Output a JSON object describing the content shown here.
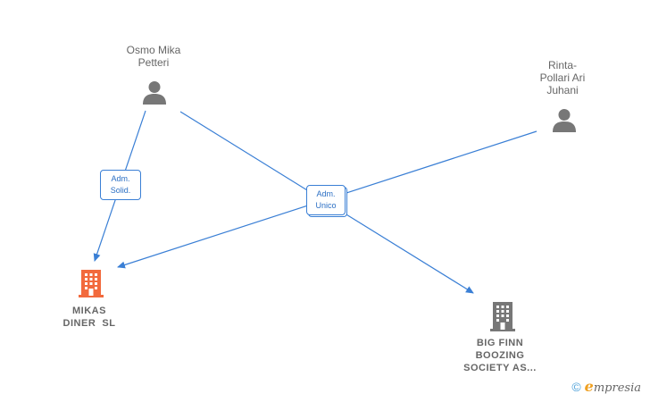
{
  "nodes": {
    "osmo": {
      "label_line1": "Osmo Mika",
      "label_line2": "Petteri"
    },
    "rinta": {
      "label_line1": "Rinta-",
      "label_line2": "Pollari Ari",
      "label_line3": "Juhani"
    },
    "mikas": {
      "label_line1": "MIKAS",
      "label_line2": "DINER  SL"
    },
    "bigfinn": {
      "label_line1": "BIG FINN",
      "label_line2": "BOOZING",
      "label_line3": "SOCIETY AS..."
    }
  },
  "edges": {
    "osmo_mikas": {
      "line1": "Adm.",
      "line2": "Solid."
    },
    "shared": {
      "line1": "Adm.",
      "line2": "Unico"
    }
  },
  "colors": {
    "edge": "#3a7fd5",
    "person_icon": "#777777",
    "company_highlight": "#f26a3d",
    "company_normal": "#777777"
  },
  "brand": {
    "copyright": "©",
    "e": "e",
    "rest": "mpresia"
  }
}
